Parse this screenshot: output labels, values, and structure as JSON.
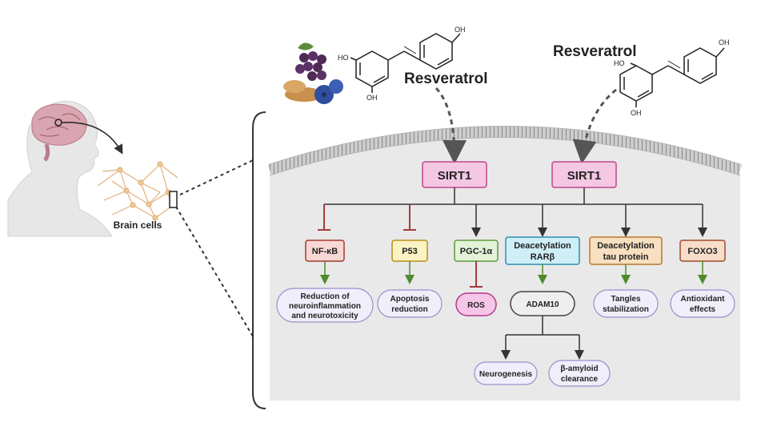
{
  "resveratrol_left": "Resveratrol",
  "resveratrol_right": "Resveratrol",
  "chem": {
    "oh_top": "OH",
    "ho": "HO",
    "oh_bottom": "OH"
  },
  "brain_cells_label": "Brain cells",
  "sirt1_left": "SIRT1",
  "sirt1_right": "SIRT1",
  "targets": {
    "nfkb": "NF-κB",
    "p53": "P53",
    "pgc1a": "PGC-1α",
    "rarb": [
      "Deacetylation",
      "RARβ"
    ],
    "tau": [
      "Deacetylation",
      "tau protein"
    ],
    "foxo3": "FOXO3"
  },
  "outcomes": {
    "nfkb": [
      "Reduction of",
      "neuroinflammation",
      "and neurotoxicity"
    ],
    "p53": [
      "Apoptosis",
      "reduction"
    ],
    "ros": "ROS",
    "adam10": "ADAM10",
    "tau": [
      "Tangles",
      "stabilization"
    ],
    "foxo3": [
      "Antioxidant",
      "effects"
    ],
    "neurogenesis": "Neurogenesis",
    "amyloid": [
      "β-amyloid",
      "clearance"
    ]
  },
  "colors": {
    "sirt1_fill": "#f4c7e3",
    "sirt1_stroke": "#c0468f",
    "nfkb_fill": "#f7d8d4",
    "nfkb_stroke": "#a33a2e",
    "p53_fill": "#fbf3c4",
    "p53_stroke": "#b58f1a",
    "pgc_fill": "#e2f3d8",
    "pgc_stroke": "#5d9a3f",
    "rarb_fill": "#cfeef7",
    "rarb_stroke": "#2c8fae",
    "tau_fill": "#f7dfbf",
    "tau_stroke": "#b57a2a",
    "foxo_fill": "#f8ddc9",
    "foxo_stroke": "#a34a2e",
    "outcome_fill": "#f1eefb",
    "outcome_stroke": "#9b8fc9",
    "ros_fill": "#f6c6e8",
    "ros_stroke": "#b03a8c",
    "inhibit": "#a33a3a",
    "activate": "#4f8a2e"
  }
}
